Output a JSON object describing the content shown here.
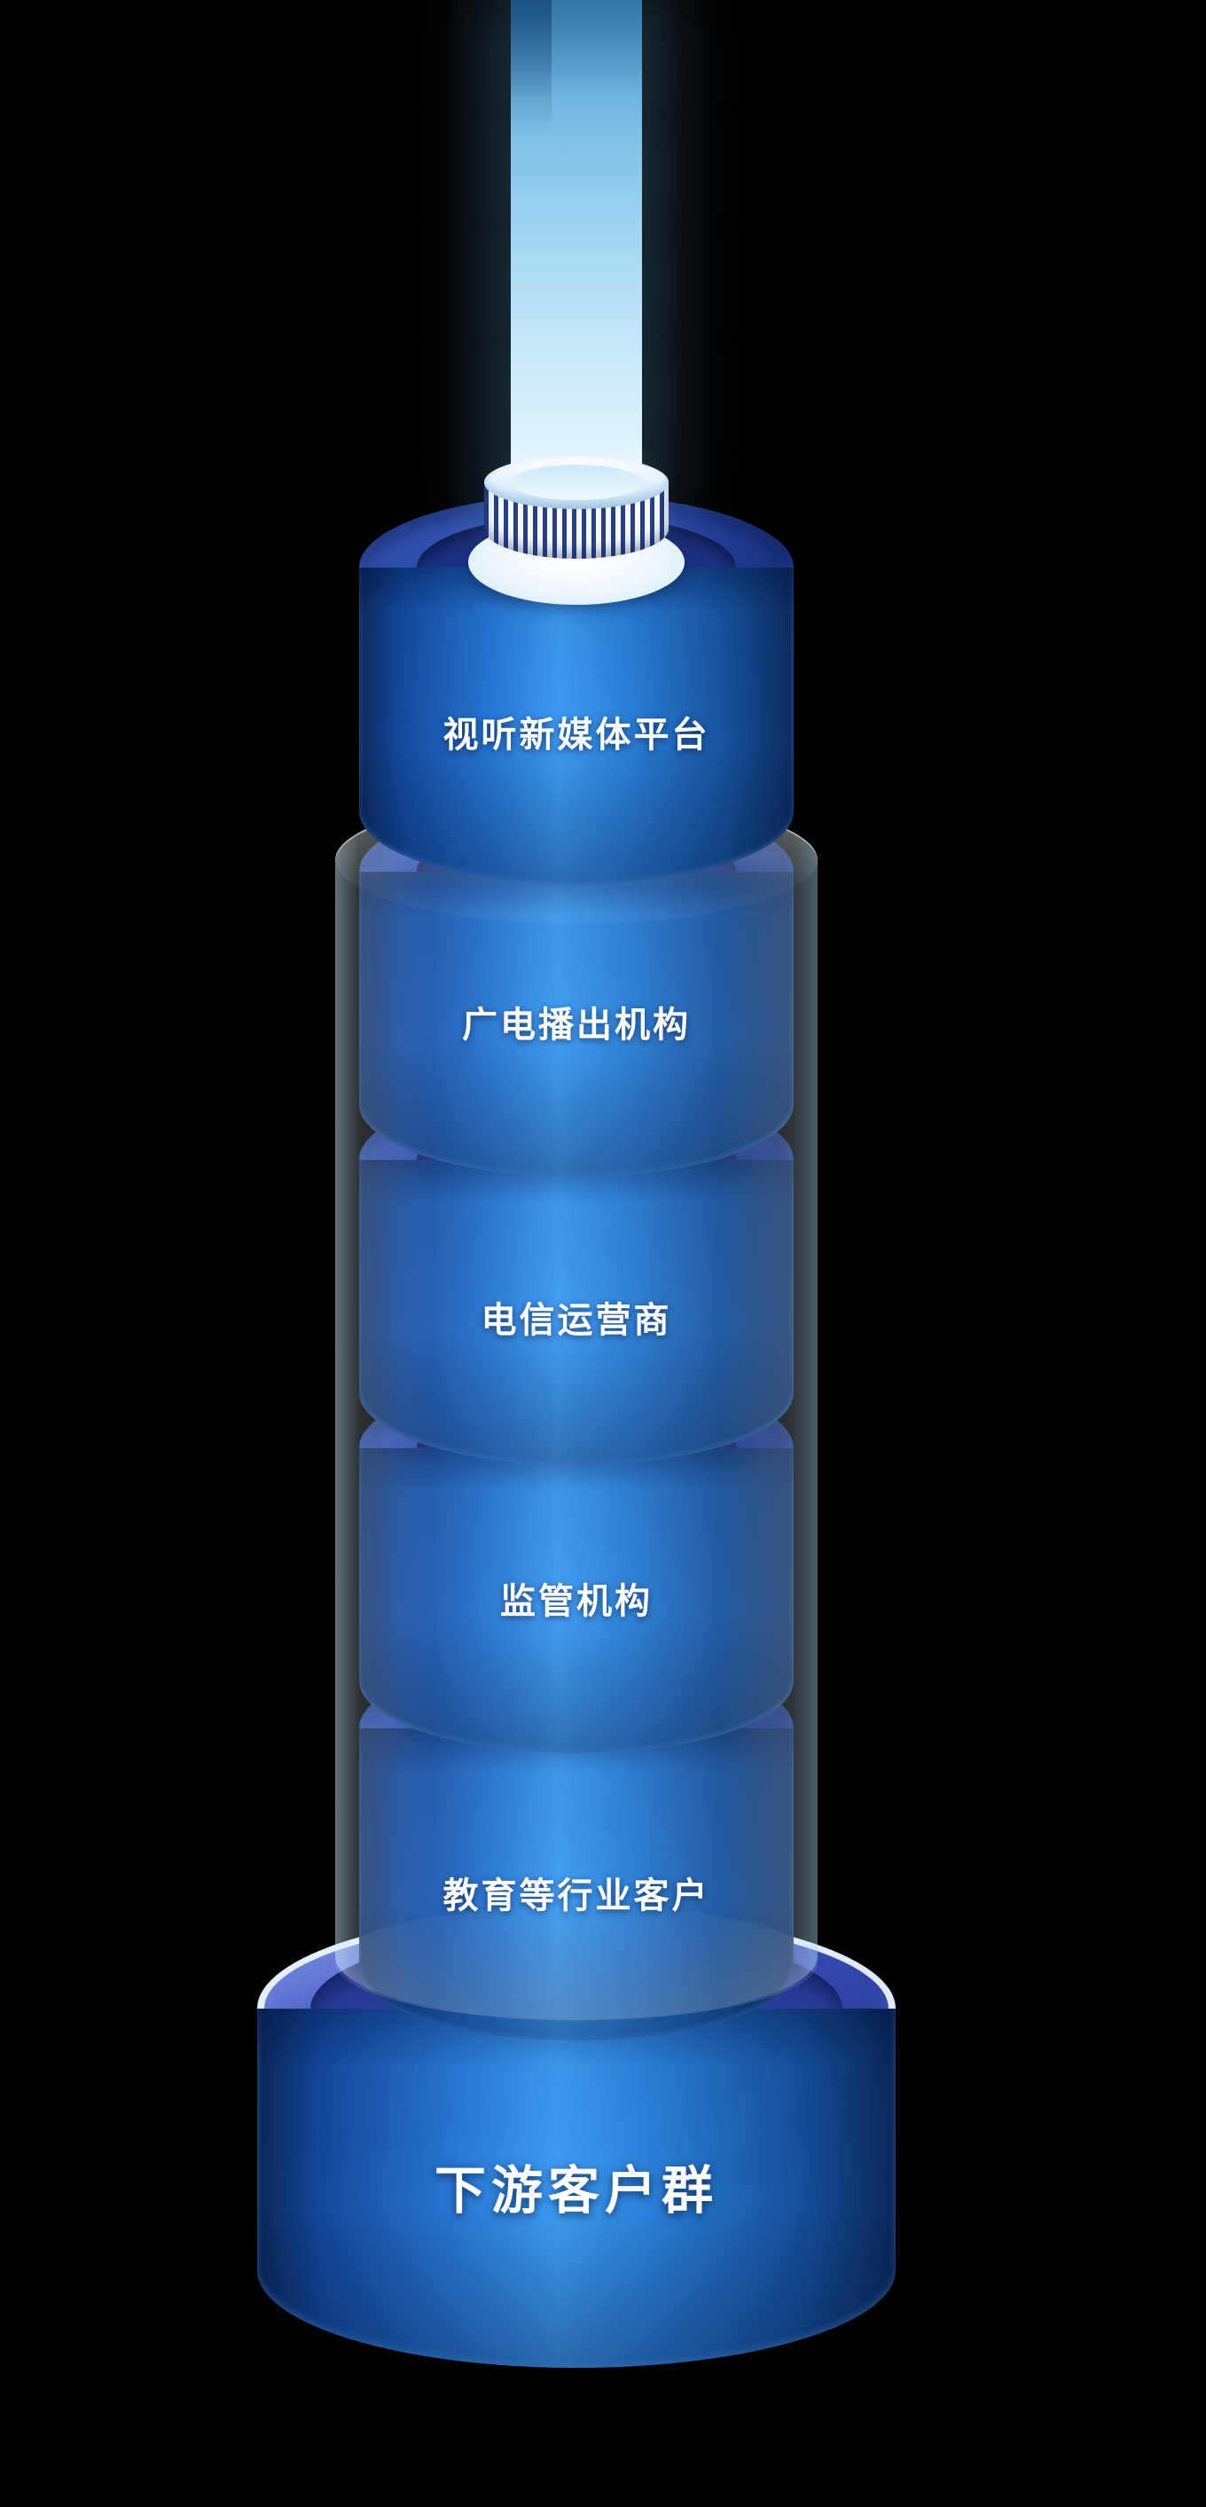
{
  "diagram": {
    "type": "stacked-cylinder-tower",
    "background": "#000000",
    "palette": {
      "cylinder_highlight": "#3f9cf2",
      "cylinder_mid": "#2776d2",
      "cylinder_dark": "#0d2a5e",
      "top_face": "#1e3488",
      "glass_tint": "#cfeaff",
      "beam_light": "#c9e9f9",
      "base_rim": "#eaf4fd",
      "label_color": "#ffffff"
    },
    "segments": [
      {
        "label": "视听新媒体平台"
      },
      {
        "label": "广电播出机构"
      },
      {
        "label": "电信运营商"
      },
      {
        "label": "监管机构"
      },
      {
        "label": "教育等行业客户"
      }
    ],
    "base": {
      "label": "下游客户群"
    }
  }
}
